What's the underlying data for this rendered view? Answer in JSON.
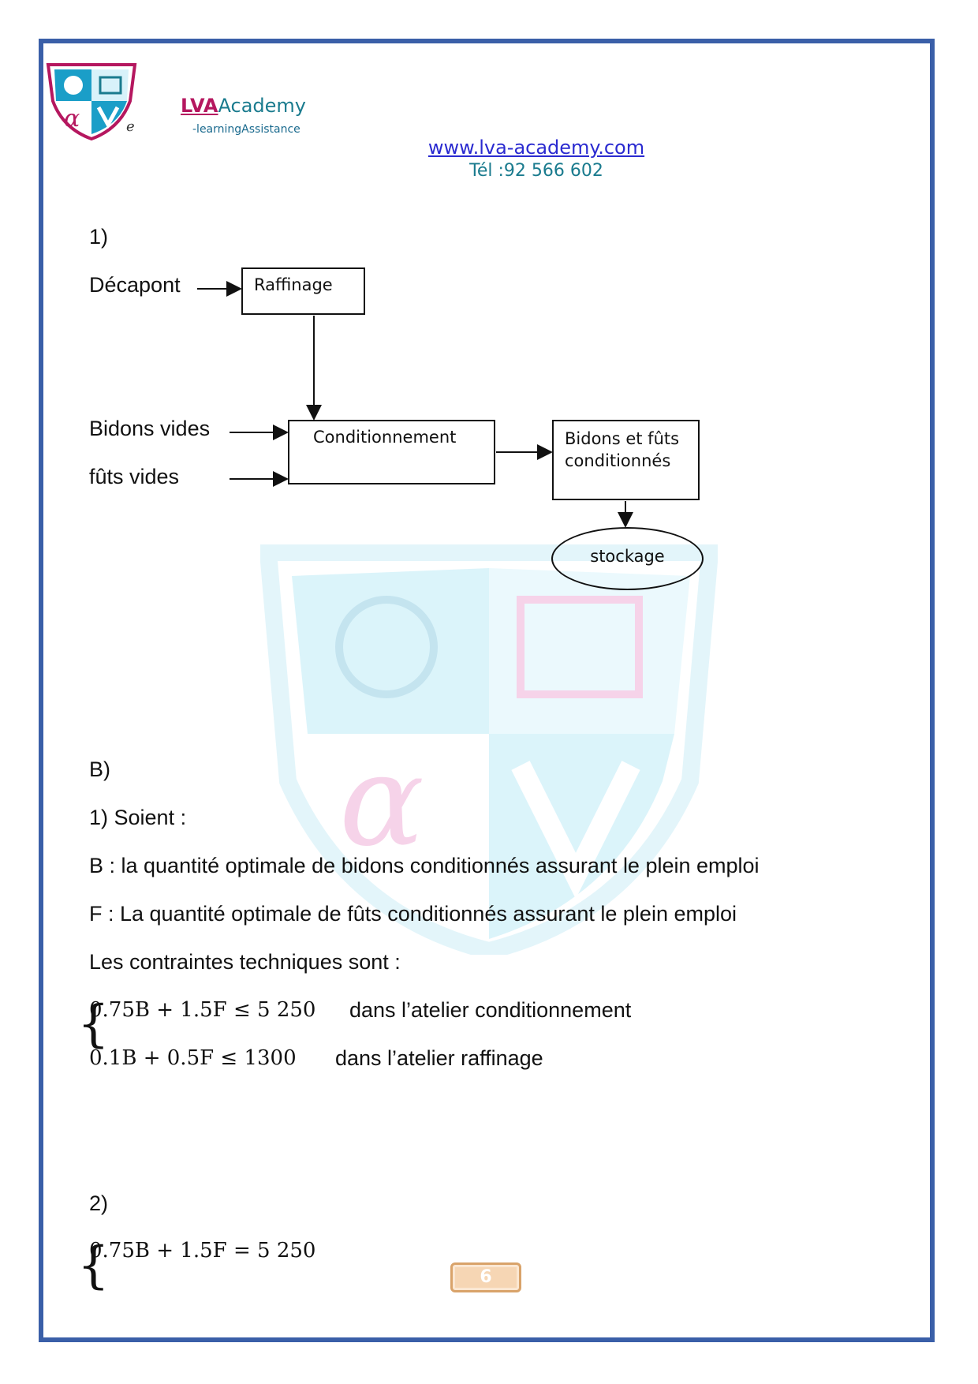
{
  "header": {
    "brand_lva": "LVA",
    "brand_academy": "Academy",
    "brand_sub": "-learningAssistance",
    "brand_e": "e",
    "website": "www.lva-academy.com",
    "phone": "Tél :92 566 602"
  },
  "diagram": {
    "section": "1)",
    "input_decapont": "Décapont",
    "input_bidons": "Bidons vides",
    "input_futs": "fûts vides",
    "box_raffinage": "Raffinage",
    "box_conditionnement": "Conditionnement",
    "box_output": "Bidons et fûts conditionnés",
    "ellipse_stockage": "stockage"
  },
  "partB": {
    "title": "B)",
    "q1": "1) Soient :",
    "def_B": "B : la quantité optimale de bidons conditionnés assurant le plein emploi",
    "def_F": "F : La quantité optimale de fûts conditionnés assurant le plein emploi",
    "constraints_intro": "Les contraintes techniques sont :",
    "c1_math": "0.75B + 1.5F ≤ 5 250",
    "c1_text": "dans l’atelier conditionnement",
    "c2_math": "0.1B + 0.5F ≤ 1300",
    "c2_text": "dans l’atelier raffinage",
    "q2": "2)",
    "eq1_math": "0.75B + 1.5F = 5 250"
  },
  "page_number": "6"
}
